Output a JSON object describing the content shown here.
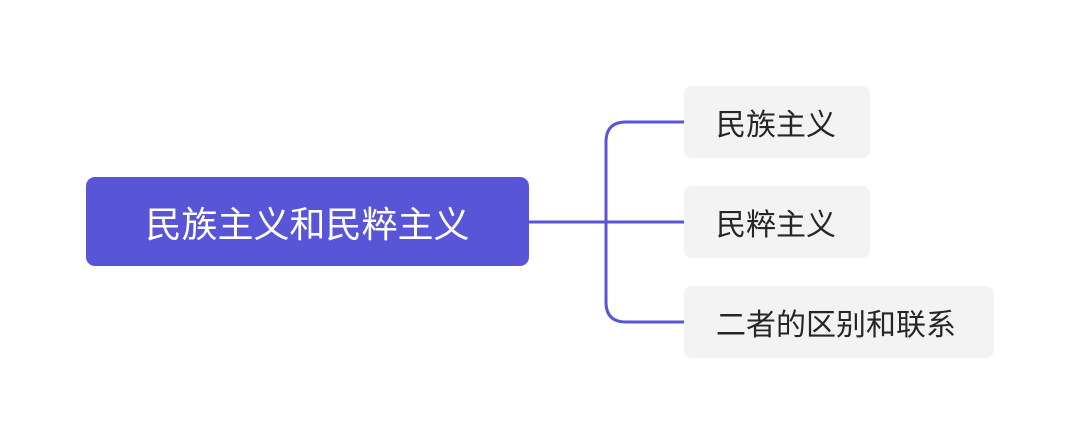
{
  "mindmap": {
    "root": {
      "label": "民族主义和民粹主义"
    },
    "children": [
      {
        "label": "民族主义"
      },
      {
        "label": "民粹主义"
      },
      {
        "label": "二者的区别和联系"
      }
    ]
  },
  "colors": {
    "root_fill": "#5856d6",
    "root_text": "#ffffff",
    "child_fill": "#f3f3f3",
    "child_text": "#262626",
    "connector": "#5856d6"
  }
}
